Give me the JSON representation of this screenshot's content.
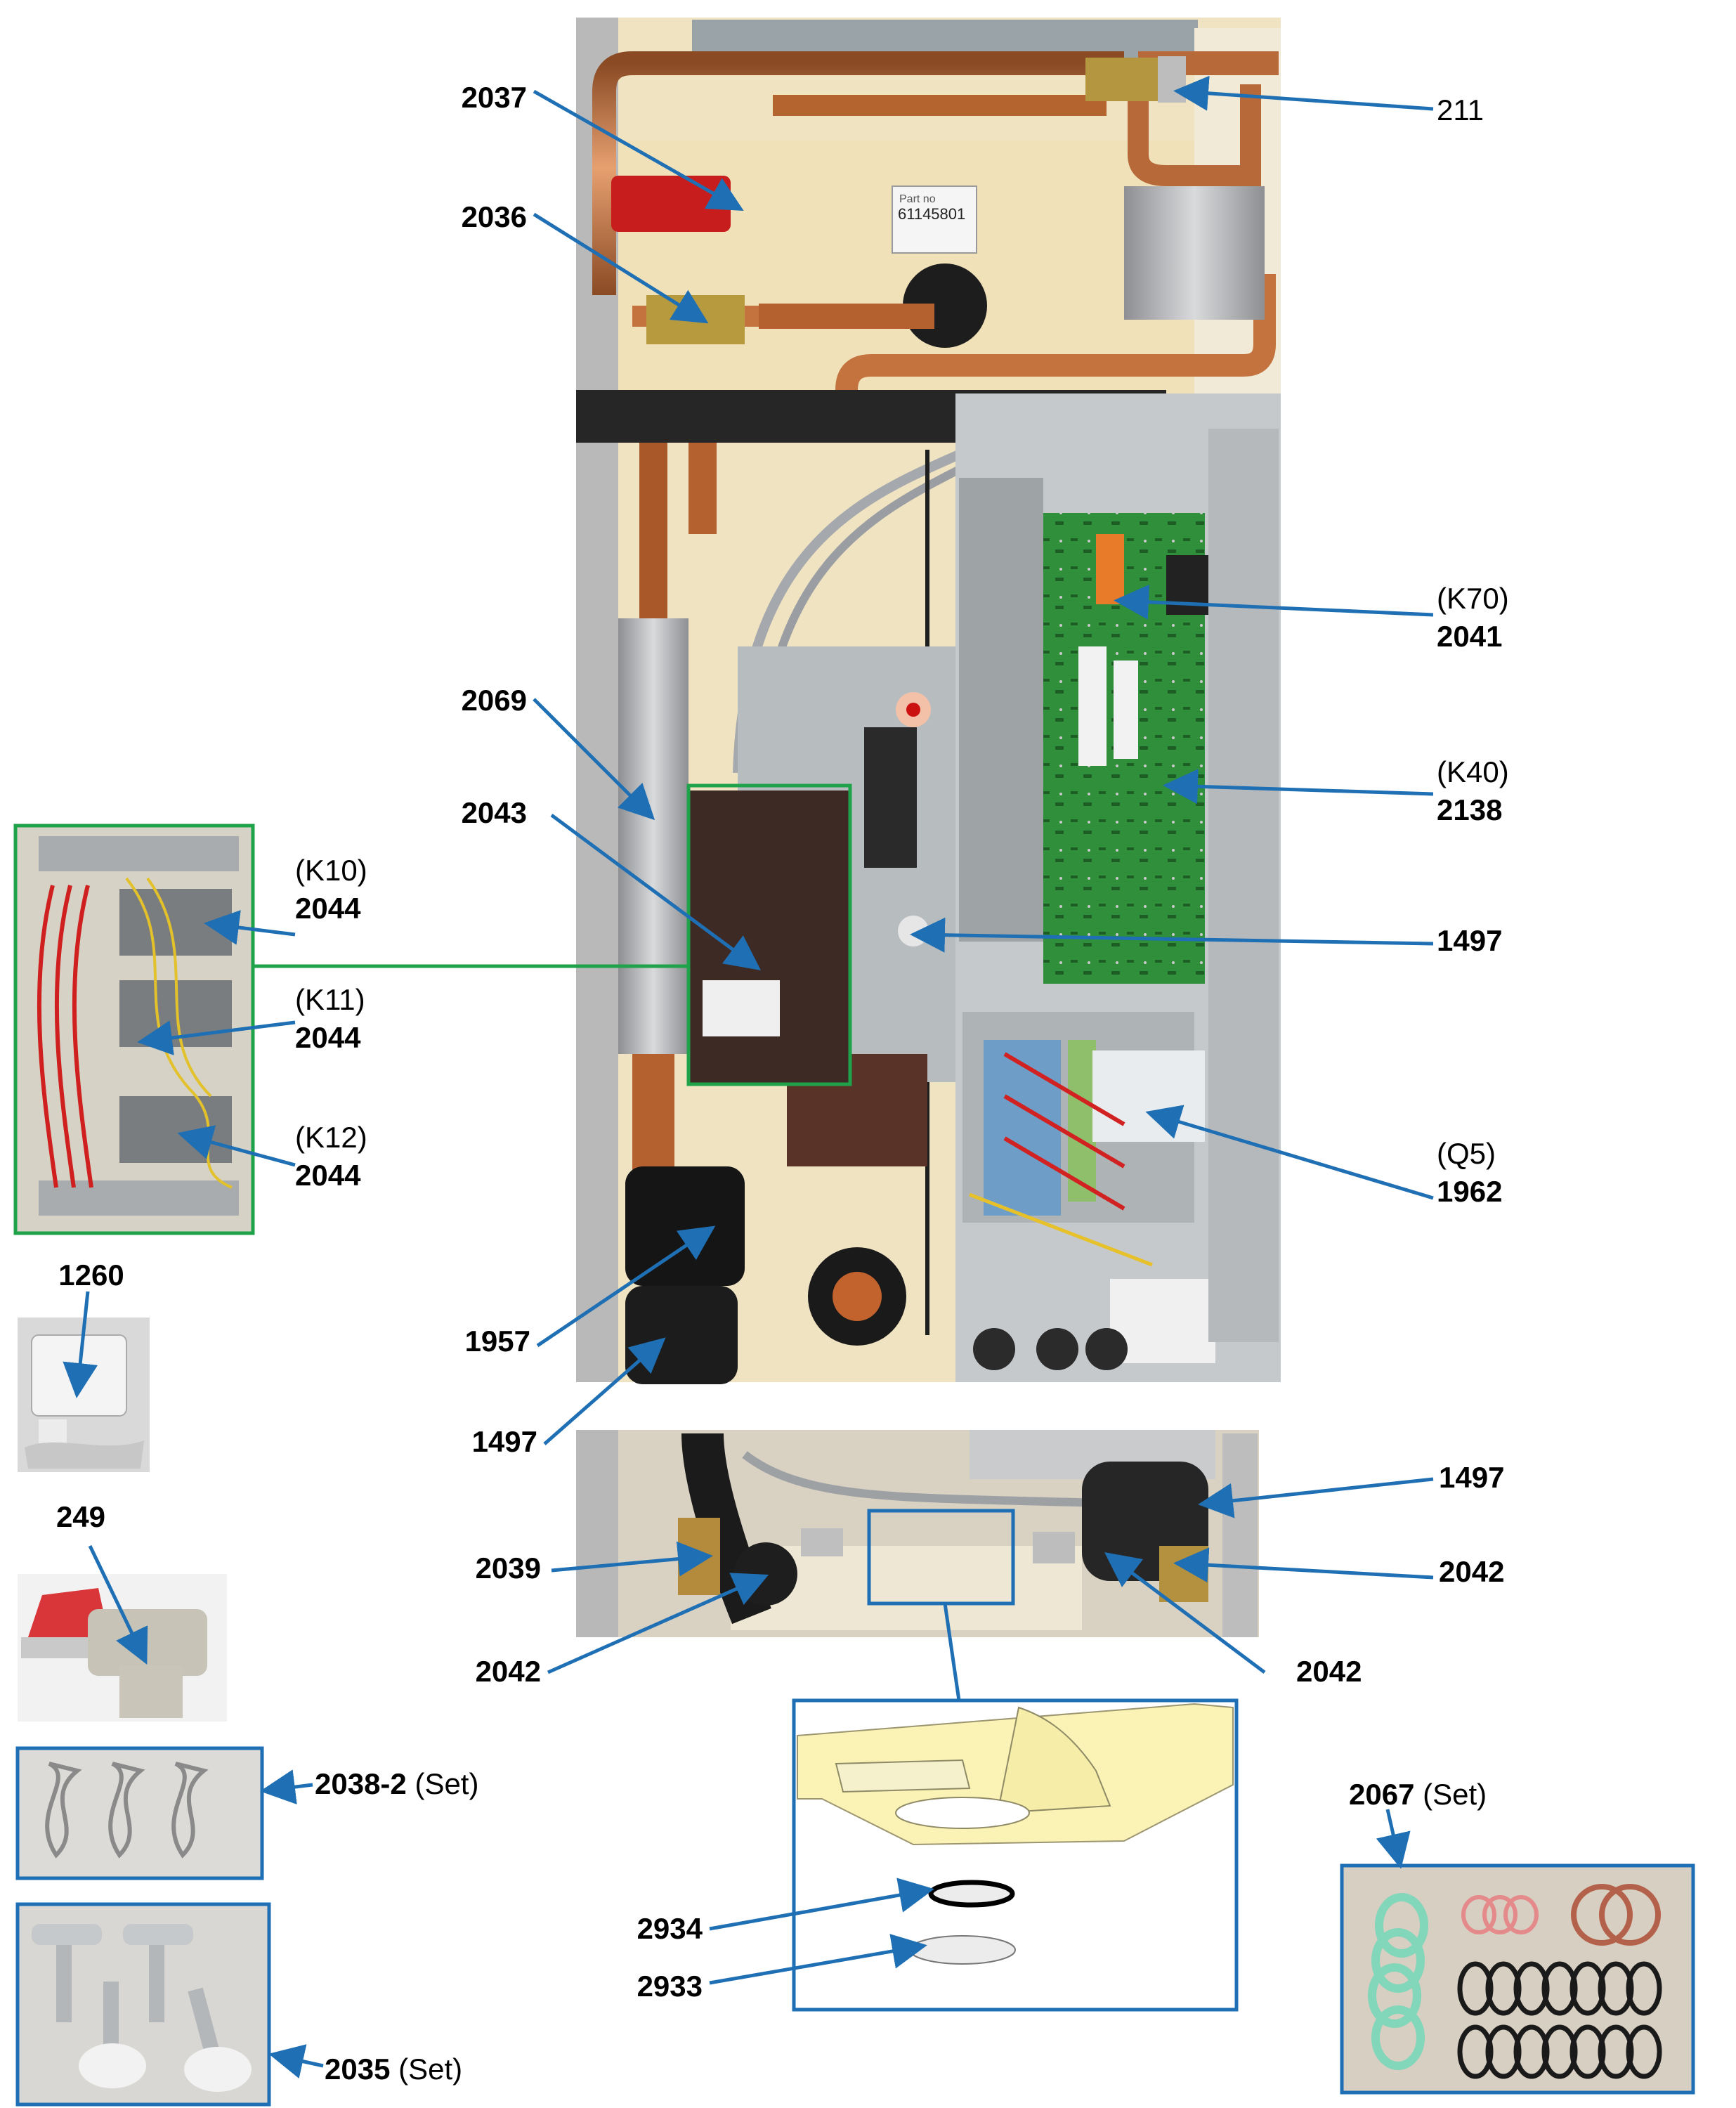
{
  "colors": {
    "leader": "#1f6fb4",
    "frame_blue": "#1f6fb4",
    "frame_green": "#1fa34a",
    "copper": "#c4733e",
    "insulation": "#efe3c2"
  },
  "photo_panel_text": {
    "sticker_label": "Part no",
    "sticker_number": "61145801"
  },
  "labels": {
    "l211": "211",
    "l2037": "2037",
    "l2036": "2036",
    "l2069": "2069",
    "l2043": "2043",
    "l1957": "1957",
    "l1497_left": "1497",
    "k70": {
      "key": "(K70)",
      "num": "2041"
    },
    "k40": {
      "key": "(K40)",
      "num": "2138"
    },
    "l1497_mid": "1497",
    "q5": {
      "key": "(Q5)",
      "num": "1962"
    },
    "k10": {
      "key": "(K10)",
      "num": "2044"
    },
    "k11": {
      "key": "(K11)",
      "num": "2044"
    },
    "k12": {
      "key": "(K12)",
      "num": "2044"
    },
    "l1260": "1260",
    "l249": "249",
    "set_2038": {
      "num": "2038-2",
      "suffix": "(Set)"
    },
    "set_2035": {
      "num": "2035",
      "suffix": "(Set)"
    },
    "set_2067": {
      "num": "2067",
      "suffix": "(Set)"
    },
    "l2039": "2039",
    "l2042_left": "2042",
    "l1497_right": "1497",
    "l2042_right": "2042",
    "l2042_bottom": "2042",
    "l2934": "2934",
    "l2933": "2933"
  }
}
